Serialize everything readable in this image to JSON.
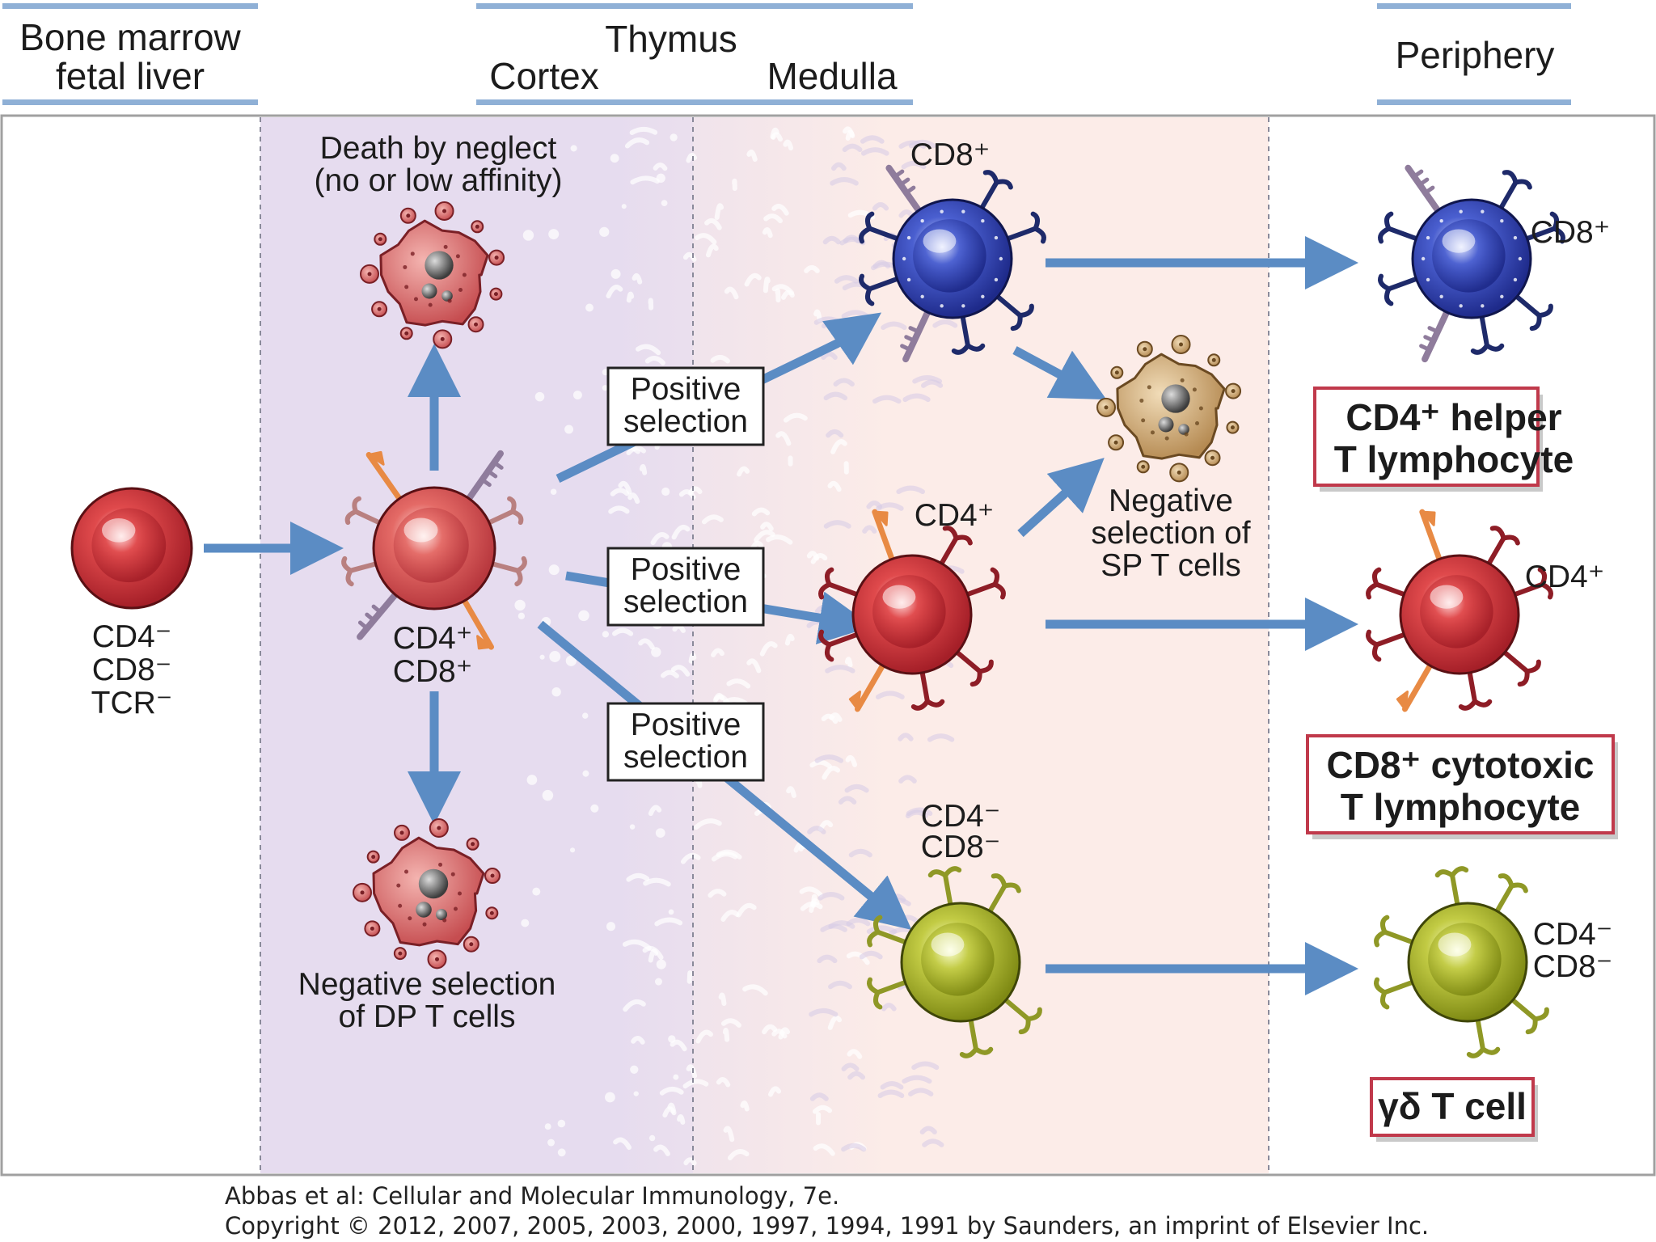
{
  "headers": {
    "bone_marrow": [
      "Bone marrow",
      "fetal liver"
    ],
    "thymus": "Thymus",
    "cortex": "Cortex",
    "medulla": "Medulla",
    "periphery": "Periphery"
  },
  "labels": {
    "death_by_neglect": [
      "Death by neglect",
      "(no or low affinity)"
    ],
    "progenitor_markers": [
      "CD4⁻",
      "CD8⁻",
      "TCR⁻"
    ],
    "dp_markers": [
      "CD4⁺",
      "CD8⁺"
    ],
    "negative_dp": [
      "Negative selection",
      "of DP T cells"
    ],
    "negative_sp": [
      "Negative",
      "selection of",
      "SP T cells"
    ],
    "thymus_cd8": "CD8⁺",
    "thymus_cd4": "CD4⁺",
    "thymus_dn": [
      "CD4⁻",
      "CD8⁻"
    ],
    "periph_cd8": "CD8⁺",
    "periph_cd4": "CD4⁺",
    "periph_dn": [
      "CD4⁻",
      "CD8⁻"
    ]
  },
  "positive_selection": [
    "Positive",
    "selection"
  ],
  "identity_boxes": {
    "helper": [
      "CD4⁺ helper",
      "T lymphocyte"
    ],
    "cytotoxic": [
      "CD8⁺ cytotoxic",
      "T lymphocyte"
    ],
    "gamma_delta": "γδ T cell"
  },
  "credit": {
    "line1": "Abbas et al: Cellular and Molecular Immunology, 7e.",
    "line2": "Copyright © 2012, 2007, 2005, 2003, 2000, 1997, 1994, 1991 by Saunders, an imprint of Elsevier Inc."
  },
  "colors": {
    "arrow": "#5b8cc4",
    "cortex_bg": "#e6dcef",
    "medulla_bg": "#fcece8",
    "box_border": "#c0394b",
    "red_cell": "#d83a3e",
    "blue_cell": "#3a4fb8",
    "green_cell": "#b9c23a",
    "dying_cell": "#d2605f",
    "tan_cell": "#caa26e"
  }
}
